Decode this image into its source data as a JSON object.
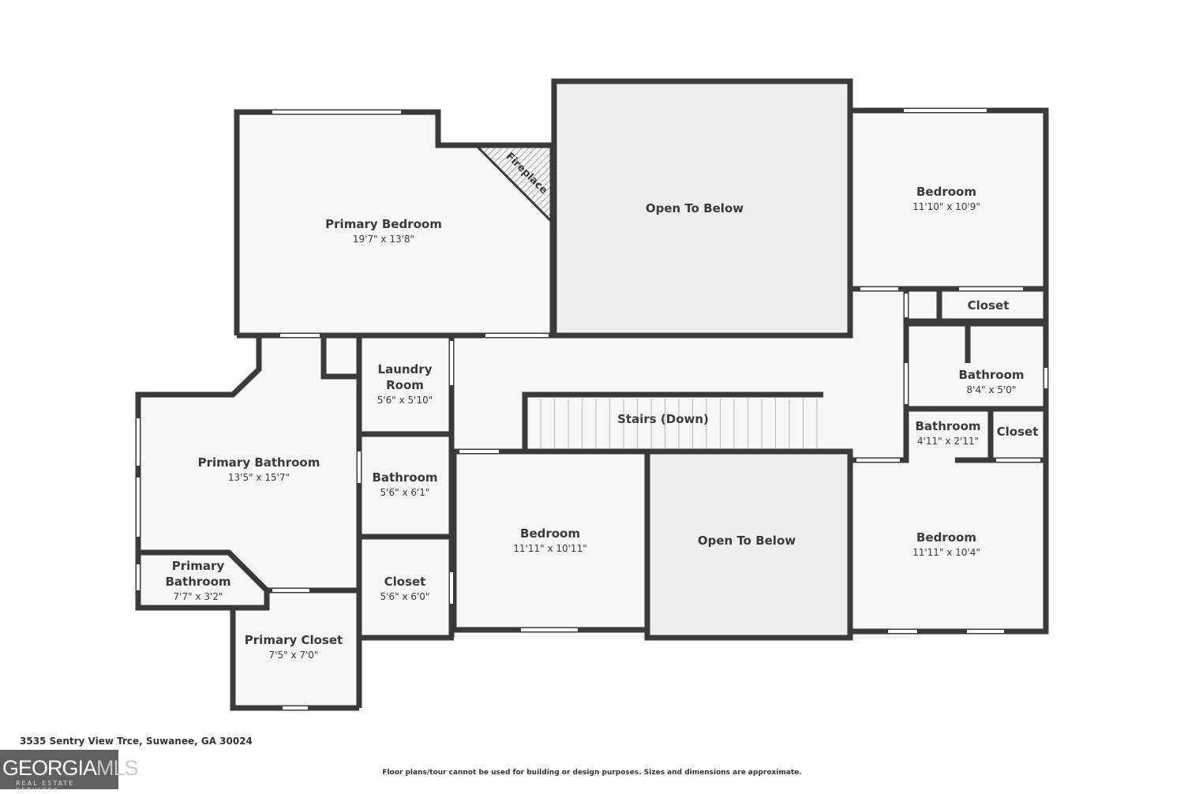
{
  "rooms": {
    "primary_bedroom": {
      "name": "Primary Bedroom",
      "dims": "19'7\" x 13'8\""
    },
    "fireplace": {
      "name": "Fireplace"
    },
    "open_below_top": {
      "name": "Open To Below"
    },
    "bedroom_tr": {
      "name": "Bedroom",
      "dims": "11'10\" x 10'9\""
    },
    "closet_tr": {
      "name": "Closet"
    },
    "bathroom_r": {
      "name": "Bathroom",
      "dims": "8'4\" x 5'0\""
    },
    "bathroom_small": {
      "name": "Bathroom",
      "dims": "4'11\" x 2'11\""
    },
    "closet_r": {
      "name": "Closet"
    },
    "laundry": {
      "name": "Laundry Room",
      "name_l1": "Laundry",
      "name_l2": "Room",
      "dims": "5'6\" x 5'10\""
    },
    "stairs": {
      "name": "Stairs (Down)"
    },
    "primary_bathroom": {
      "name": "Primary Bathroom",
      "dims": "13'5\" x 15'7\""
    },
    "bathroom_mid": {
      "name": "Bathroom",
      "dims": "5'6\" x 6'1\""
    },
    "bedroom_mid": {
      "name": "Bedroom",
      "dims": "11'11\" x 10'11\""
    },
    "open_below_bottom": {
      "name": "Open To Below"
    },
    "bedroom_br": {
      "name": "Bedroom",
      "dims": "11'11\" x 10'4\""
    },
    "primary_bath2": {
      "name": "Primary Bathroom",
      "name_l1": "Primary",
      "name_l2": "Bathroom",
      "dims": "7'7\" x 3'2\""
    },
    "closet_mid": {
      "name": "Closet",
      "dims": "5'6\" x 6'0\""
    },
    "primary_closet": {
      "name": "Primary Closet",
      "dims": "7'5\" x 7'0\""
    }
  },
  "footer": {
    "address": "3535 Sentry View Trce, Suwanee, GA 30024",
    "disclaimer": "Floor plans/tour cannot be used for building or design purposes. Sizes and dimensions are approximate.",
    "logo": "GEORGIAMLS",
    "logo_sub": "REAL ESTATE SERVICES"
  },
  "colors": {
    "wall": "#3a3a3a",
    "floor": "#f7f7f7",
    "open_below": "#efefef"
  }
}
